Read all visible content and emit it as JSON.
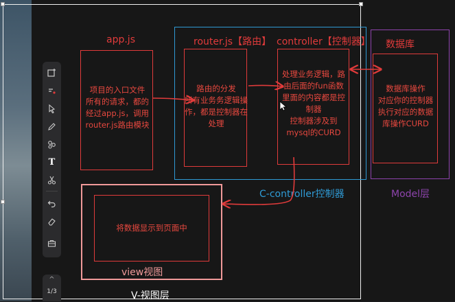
{
  "toolbar": {
    "tools": [
      "add-frame-icon",
      "shape-icon",
      "select-arrow-icon",
      "pen-icon",
      "cluster-icon",
      "text-icon",
      "scissors-icon",
      "undo-icon",
      "eraser-icon",
      "briefcase-icon"
    ],
    "text_tool_label": "T"
  },
  "pager": {
    "page": "1/3",
    "up": "^"
  },
  "labels": {
    "app": "app.js",
    "router": "router.js【路由】",
    "controller": "controller【控制器】",
    "db": "数据库",
    "c_controller": "C-controller控制器",
    "model": "Model层",
    "view": "view视图",
    "v_layer": "V-视图层"
  },
  "texts": {
    "app_desc": "项目的入口文件\n所有的请求，都的\n经过app.js，调用\nrouter.js路由模块",
    "router_desc": "路由的分发\n所有业务务逻辑操\n作，都是控制器在\n处理",
    "controller_desc": "处理业务逻辑，路\n由后面的fun函数\n里面的内容都是控\n制器\n控制器涉及到\nmysql的CURD",
    "db_desc": "数据库操作\n对应你的控制器\n执行对应的数据\n库操作CURD",
    "view_desc": "将数据显示到页面中"
  },
  "colors": {
    "red": "#e23b3b",
    "blue": "#2f9bd6",
    "purple": "#8e44ad",
    "pink": "#f19a9a",
    "white": "#ffffff"
  }
}
